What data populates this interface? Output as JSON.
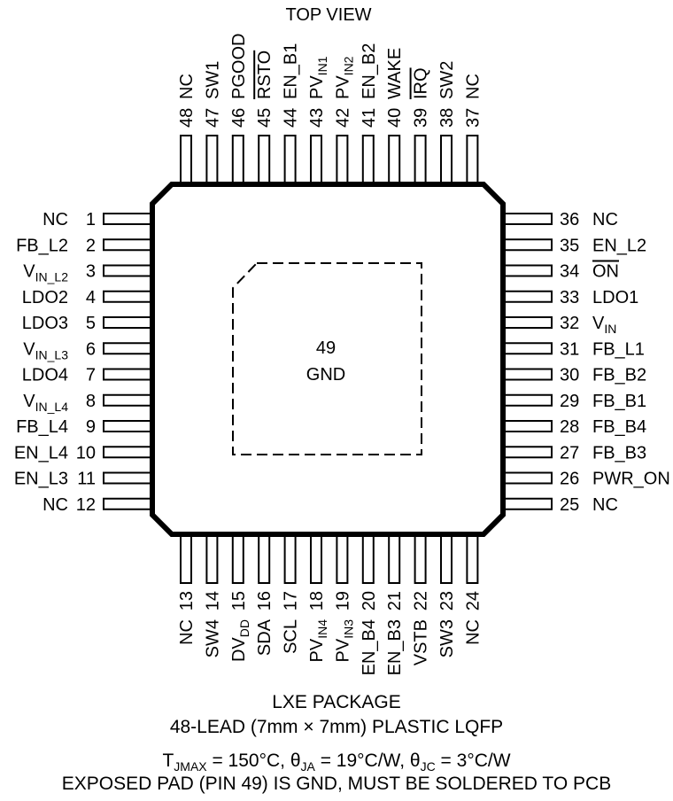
{
  "top_title": "TOP VIEW",
  "exposed_pad": {
    "number": "49",
    "name": "GND"
  },
  "pins": {
    "left": [
      {
        "num": "1",
        "name": "NC"
      },
      {
        "num": "2",
        "name": "FB_L2"
      },
      {
        "num": "3",
        "name": "VIN_L2",
        "base": "V",
        "sub": "IN_L2"
      },
      {
        "num": "4",
        "name": "LDO2"
      },
      {
        "num": "5",
        "name": "LDO3"
      },
      {
        "num": "6",
        "name": "VIN_L3",
        "base": "V",
        "sub": "IN_L3"
      },
      {
        "num": "7",
        "name": "LDO4"
      },
      {
        "num": "8",
        "name": "VIN_L4",
        "base": "V",
        "sub": "IN_L4"
      },
      {
        "num": "9",
        "name": "FB_L4"
      },
      {
        "num": "10",
        "name": "EN_L4"
      },
      {
        "num": "11",
        "name": "EN_L3"
      },
      {
        "num": "12",
        "name": "NC"
      }
    ],
    "right": [
      {
        "num": "36",
        "name": "NC"
      },
      {
        "num": "35",
        "name": "EN_L2"
      },
      {
        "num": "34",
        "name": "ON",
        "overline": true
      },
      {
        "num": "33",
        "name": "LDO1"
      },
      {
        "num": "32",
        "name": "VIN",
        "base": "V",
        "sub": "IN"
      },
      {
        "num": "31",
        "name": "FB_L1"
      },
      {
        "num": "30",
        "name": "FB_B2"
      },
      {
        "num": "29",
        "name": "FB_B1"
      },
      {
        "num": "28",
        "name": "FB_B4"
      },
      {
        "num": "27",
        "name": "FB_B3"
      },
      {
        "num": "26",
        "name": "PWR_ON"
      },
      {
        "num": "25",
        "name": "NC"
      }
    ],
    "top": [
      {
        "num": "48",
        "name": "NC"
      },
      {
        "num": "47",
        "name": "SW1"
      },
      {
        "num": "46",
        "name": "PGOOD"
      },
      {
        "num": "45",
        "name": "RSTO",
        "overline": true
      },
      {
        "num": "44",
        "name": "EN_B1"
      },
      {
        "num": "43",
        "name": "PVIN1",
        "base": "PV",
        "sub": "IN1"
      },
      {
        "num": "42",
        "name": "PVIN2",
        "base": "PV",
        "sub": "IN2"
      },
      {
        "num": "41",
        "name": "EN_B2"
      },
      {
        "num": "40",
        "name": "WAKE"
      },
      {
        "num": "39",
        "name": "IRQ",
        "overline": true
      },
      {
        "num": "38",
        "name": "SW2"
      },
      {
        "num": "37",
        "name": "NC"
      }
    ],
    "bottom": [
      {
        "num": "13",
        "name": "NC"
      },
      {
        "num": "14",
        "name": "SW4"
      },
      {
        "num": "15",
        "name": "DVDD",
        "base": "DV",
        "sub": "DD"
      },
      {
        "num": "16",
        "name": "SDA"
      },
      {
        "num": "17",
        "name": "SCL"
      },
      {
        "num": "18",
        "name": "PVIN4",
        "base": "PV",
        "sub": "IN4"
      },
      {
        "num": "19",
        "name": "PVIN3",
        "base": "PV",
        "sub": "IN3"
      },
      {
        "num": "20",
        "name": "EN_B4"
      },
      {
        "num": "21",
        "name": "EN_B3"
      },
      {
        "num": "22",
        "name": "VSTB"
      },
      {
        "num": "23",
        "name": "SW3"
      },
      {
        "num": "24",
        "name": "NC"
      }
    ]
  },
  "caption": {
    "package": "LXE PACKAGE",
    "description": "48-LEAD (7mm × 7mm) PLASTIC LQFP",
    "thermal": {
      "t_sym": "T",
      "t_sub": "JMAX",
      "t_val": " = 150°C, ",
      "ja_sym": "θ",
      "ja_sub": "JA",
      "ja_val": " = 19°C/W, ",
      "jc_sym": "θ",
      "jc_sub": "JC",
      "jc_val": " = 3°C/W"
    },
    "note": "EXPOSED PAD (PIN 49) IS GND, MUST BE SOLDERED TO PCB"
  }
}
